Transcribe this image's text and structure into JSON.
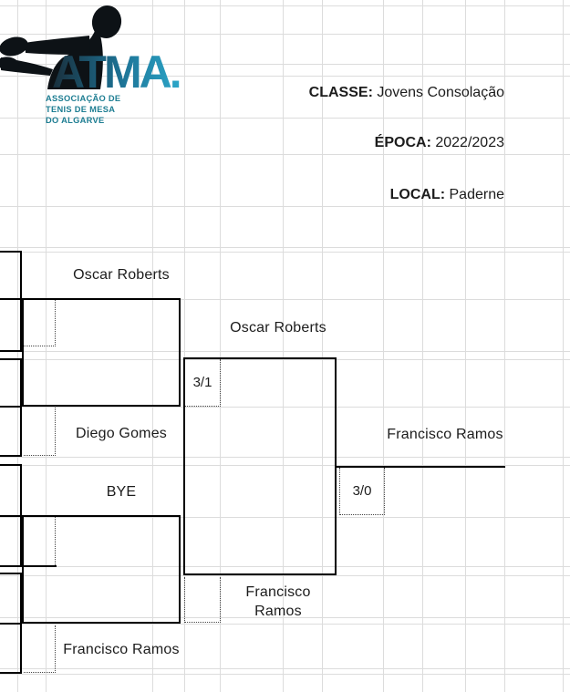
{
  "header": {
    "classe_label": "CLASSE:",
    "classe_value": "Jovens Consolação",
    "epoca_label": "ÉPOCA:",
    "epoca_value": "2022/2023",
    "local_label": "LOCAL:",
    "local_value": "Paderne"
  },
  "logo": {
    "wordmark": "ATMA.",
    "org_line1": "ASSOCIAÇÃO DE",
    "org_line2": "TENIS DE MESA",
    "org_line3": "DO ALGARVE",
    "colors": {
      "gradient_start": "#192f3c",
      "gradient_mid": "#1d7396",
      "gradient_end": "#2ba6c8",
      "org_text": "#1d7d92",
      "silhouette": "#0d1216"
    }
  },
  "bracket": {
    "upper_quarter_winner1": "Oscar Roberts",
    "upper_quarter_winner2": "Diego Gomes",
    "lower_quarter_winner1": "BYE",
    "lower_quarter_winner2": "Francisco Ramos",
    "semifinal_upper_winner": "Oscar Roberts",
    "semifinal_upper_score": "3/1",
    "semifinal_lower_winner_line1": "Francisco",
    "semifinal_lower_winner_line2": "Ramos",
    "final_winner": "Francisco Ramos",
    "final_score": "3/0"
  }
}
